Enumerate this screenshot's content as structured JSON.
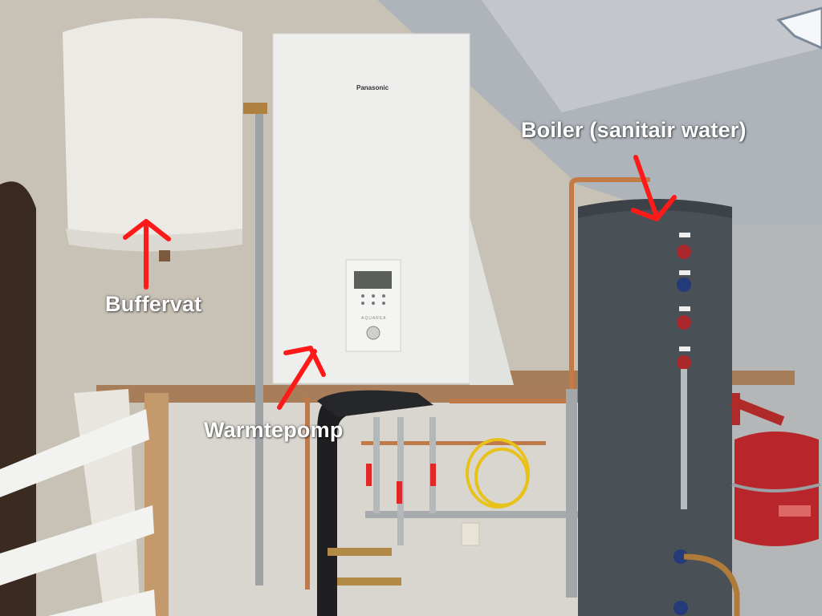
{
  "photo": {
    "subject": "Heat pump installation in attic",
    "objects": {
      "buffer_tank": "Buffervat",
      "heat_pump": "Warmtepomp",
      "boiler": "Boiler (sanitair water)",
      "expansion_vessel": "red expansion vessel",
      "control_panel": "AQUAREA control panel"
    }
  },
  "annotations": {
    "buffervat": {
      "text": "Buffervat",
      "arrow_color": "#ff1a1a"
    },
    "warmtepomp": {
      "text": "Warmtepomp",
      "arrow_color": "#ff1a1a"
    },
    "boiler": {
      "text": "Boiler (sanitair water)",
      "arrow_color": "#ff1a1a"
    }
  },
  "device": {
    "brand": "Panasonic",
    "panel_name": "AQUAREA"
  },
  "colors": {
    "annotation_text": "#ffffff",
    "arrow": "#ff1a1a",
    "boiler_body": "#4a5156",
    "expansion_vessel": "#b8252a",
    "heat_pump_body": "#eeeeec",
    "wall": "#c9c3b8"
  }
}
